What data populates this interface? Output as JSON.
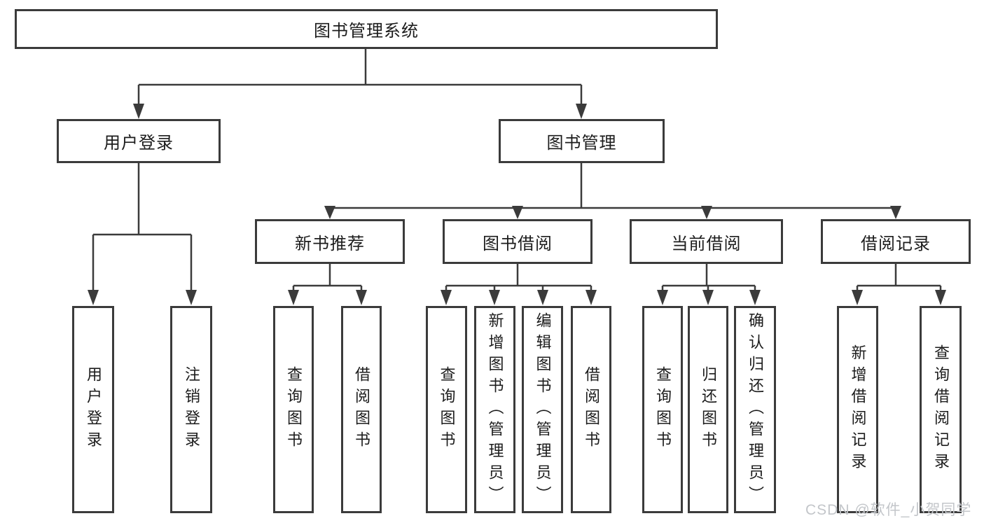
{
  "tree": {
    "root": "图书管理系统",
    "user_login": {
      "label": "用户登录",
      "children": [
        "用户登录",
        "注销登录"
      ]
    },
    "book_management": {
      "label": "图书管理",
      "new_book": {
        "label": "新书推荐",
        "children": [
          "查询图书",
          "借阅图书"
        ]
      },
      "borrow": {
        "label": "图书借阅",
        "children": [
          "查询图书",
          "新增图书（管理员）",
          "编辑图书（管理员）",
          "借阅图书"
        ]
      },
      "current": {
        "label": "当前借阅",
        "children": [
          "查询图书",
          "归还图书",
          "确认归还（管理员）"
        ]
      },
      "records": {
        "label": "借阅记录",
        "children": [
          "新增借阅记录",
          "查询借阅记录"
        ]
      }
    }
  },
  "watermark": "CSDN @软件_小贺同学",
  "colors": {
    "line": "#3b3b3b",
    "text": "#1c1c1c",
    "background": "#ffffff",
    "watermark": "#c3c6ca"
  }
}
